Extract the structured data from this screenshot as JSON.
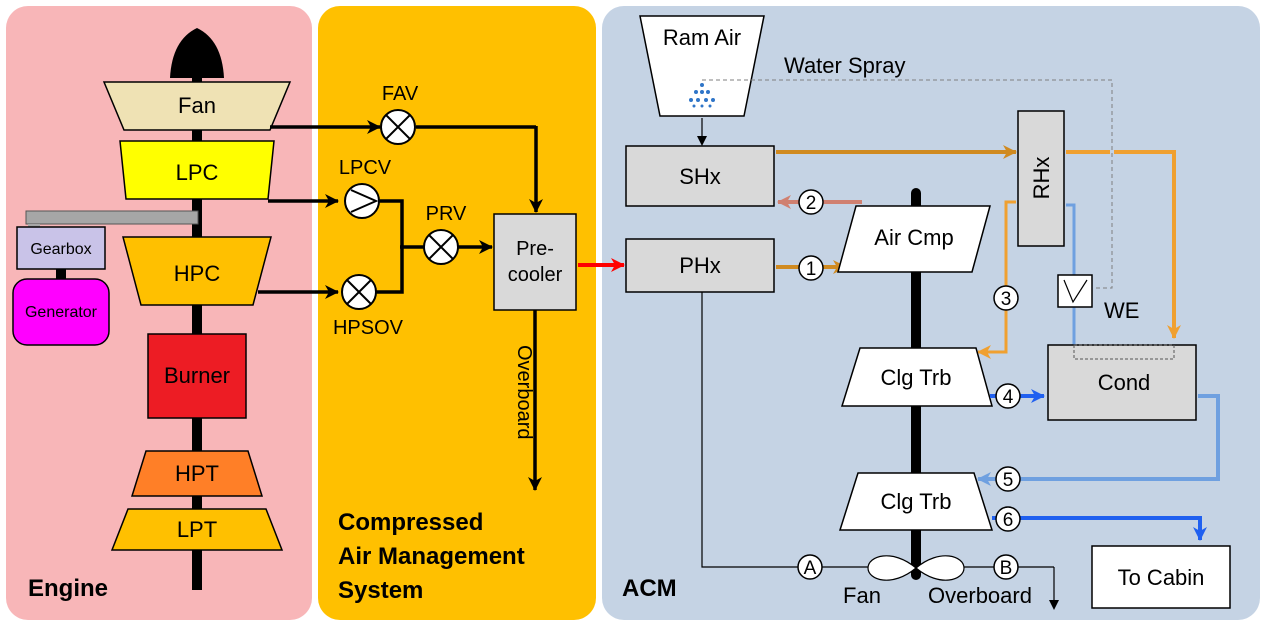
{
  "panels": {
    "engine": {
      "title": "Engine",
      "color": "#f8b6b8"
    },
    "cams": {
      "title_lines": [
        "Compressed",
        "Air Management",
        "System"
      ],
      "color": "#ffc000"
    },
    "acm": {
      "title": "ACM",
      "color": "#c5d3e4"
    }
  },
  "engine": {
    "fan": "Fan",
    "lpc": "LPC",
    "hpc": "HPC",
    "burner": "Burner",
    "hpt": "HPT",
    "lpt": "LPT",
    "gearbox": "Gearbox",
    "generator": "Generator"
  },
  "cams": {
    "fav": "FAV",
    "lpcv": "LPCV",
    "prv": "PRV",
    "hpsov": "HPSOV",
    "precooler_lines": [
      "Pre-",
      "cooler"
    ],
    "overboard": "Overboard"
  },
  "acm": {
    "ram_air": "Ram Air",
    "water_spray": "Water Spray",
    "shx": "SHx",
    "phx": "PHx",
    "rhx": "RHx",
    "air_cmp": "Air Cmp",
    "clg_trb_1": "Clg Trb",
    "clg_trb_2": "Clg Trb",
    "we": "WE",
    "cond": "Cond",
    "fan": "Fan",
    "overboard": "Overboard",
    "to_cabin": "To Cabin",
    "stations": [
      "1",
      "2",
      "3",
      "4",
      "5",
      "6"
    ],
    "ports": [
      "A",
      "B"
    ]
  },
  "colors": {
    "orange_flow": "#f0a030",
    "dark_orange_flow": "#d08a20",
    "salmon_flow": "#d08070",
    "red_flow": "#ff0000",
    "light_blue_flow": "#6fa0e0",
    "blue_flow": "#2060f0"
  }
}
